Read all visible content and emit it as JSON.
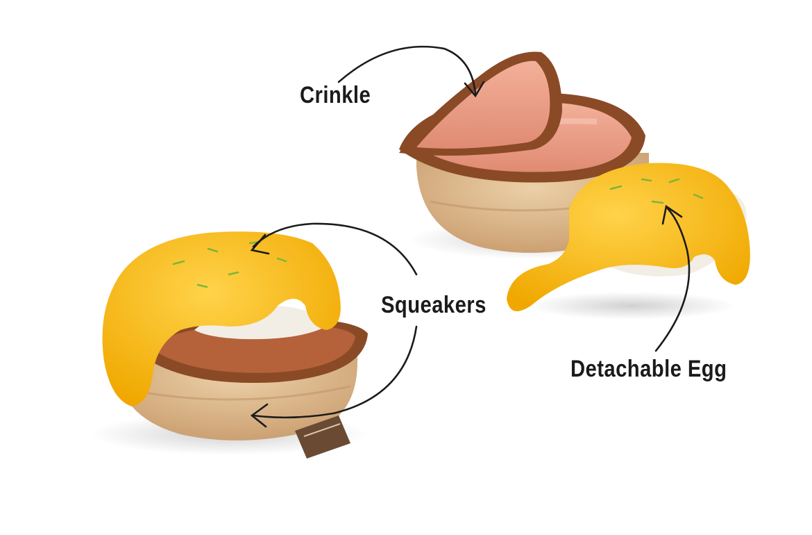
{
  "image": {
    "description_free": true
  },
  "callouts": {
    "crinkle": "Crinkle",
    "squeakers": "Squeakers",
    "detachable_egg": "Detachable Egg"
  },
  "colors": {
    "muffin": "#d9b48a",
    "ham_edge": "#8a4a26",
    "ham_face": "#e79a84",
    "yolk": "#f6b81c",
    "egg_white": "#f2eee6",
    "arrow": "#1b1b1b",
    "tag": "#6b4a33"
  },
  "icons": {
    "tag": "brand-tag-icon"
  }
}
